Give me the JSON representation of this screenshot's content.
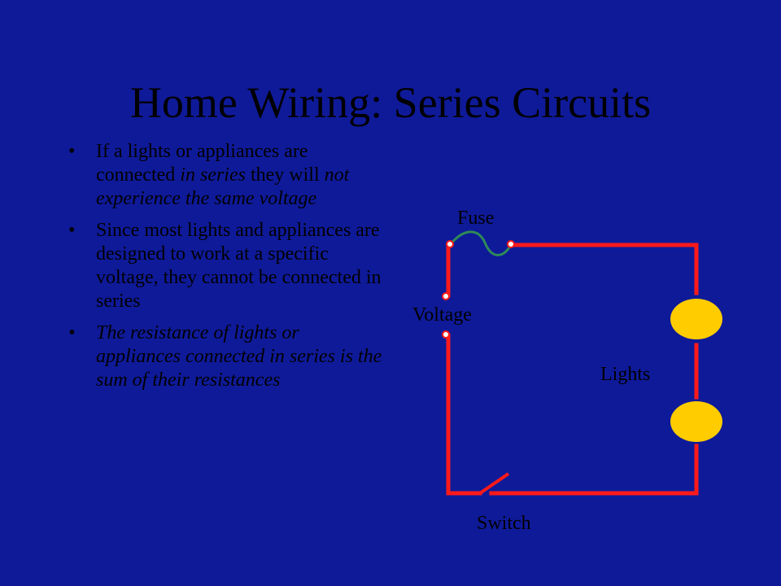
{
  "slide": {
    "title": "Home Wiring: Series Circuits"
  },
  "bullets": [
    {
      "pre": "If a lights or appliances are connected ",
      "em1": "in series",
      "mid": " they will ",
      "em2": "not experience the same voltage"
    },
    {
      "text": "Since most lights and appliances are designed to work at a specific voltage, they cannot be connected in series"
    },
    {
      "text": "The resistance of lights or appliances connected in series is the sum of their resistances"
    }
  ],
  "bullet_symbol": "•",
  "diagram": {
    "labels": {
      "fuse": "Fuse",
      "voltage": "Voltage",
      "lights": "Lights",
      "switch": "Switch"
    },
    "colors": {
      "wire": "#ff1a1a",
      "fuse": "#2e8b57",
      "lamp": "#ffcc00",
      "background": "#0f1a99"
    }
  }
}
